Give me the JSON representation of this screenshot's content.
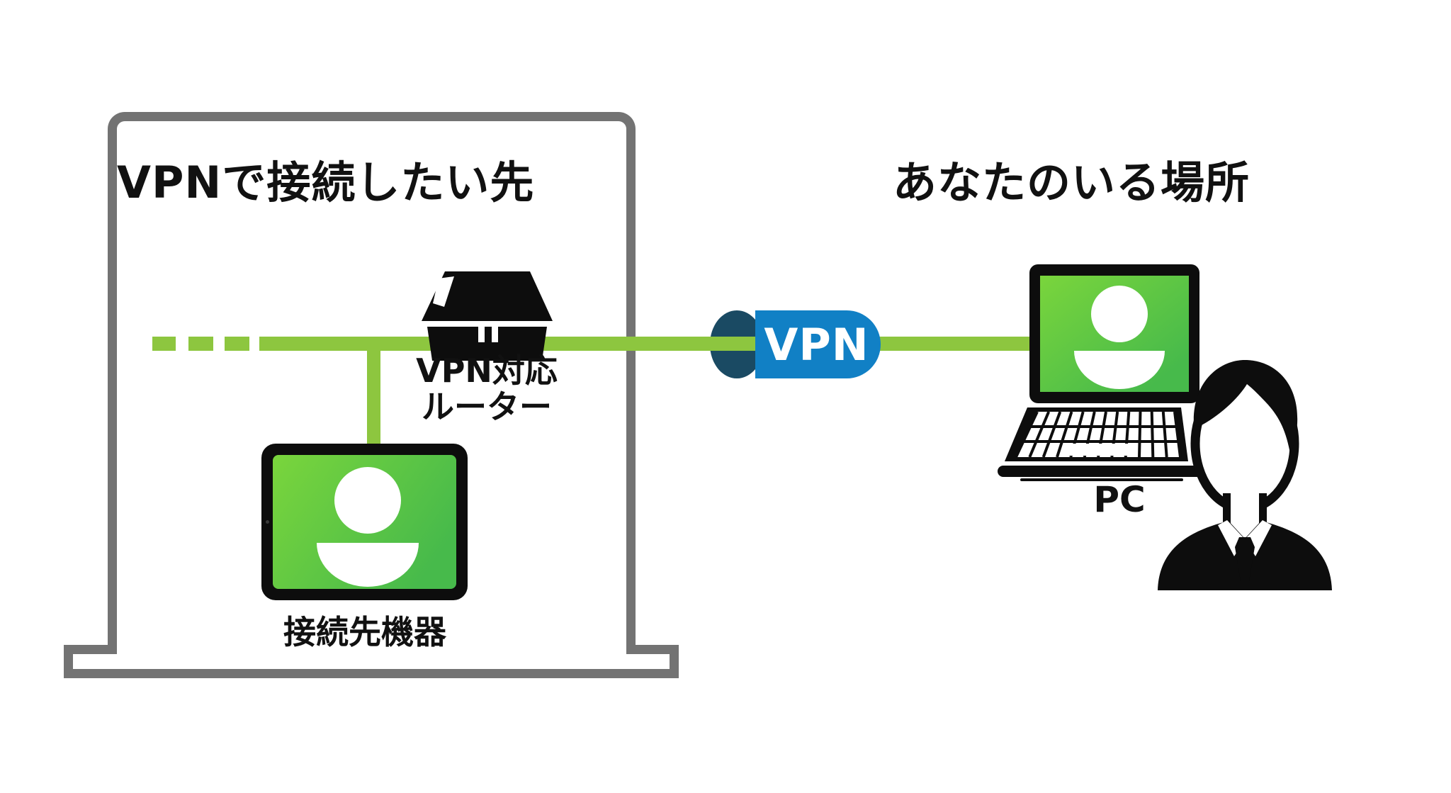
{
  "diagram": {
    "left_site": {
      "title": "VPNで接続したい先",
      "router_label_line1": "VPN対応",
      "router_label_line2": "ルーター",
      "device_label": "接続先機器"
    },
    "tunnel": {
      "label": "VPN"
    },
    "right_site": {
      "title": "あなたのいる場所",
      "pc_label": "PC"
    },
    "icons": {
      "router": "router-icon",
      "tablet": "tablet-device-icon",
      "tablet_user": "user-icon",
      "laptop": "laptop-icon",
      "laptop_user": "user-icon",
      "person": "businessman-icon",
      "tunnel": "vpn-tunnel-icon",
      "camera": "tablet-camera-icon"
    },
    "colors": {
      "network_line_green": "#8dc63f",
      "screen_green_light": "#7ad53c",
      "screen_green_dark": "#47ba4b",
      "tunnel_blue": "#1180c5",
      "tunnel_dark_navy": "#1a4a63",
      "building_outline_gray": "#737373",
      "icon_black": "#0d0d0d"
    }
  }
}
